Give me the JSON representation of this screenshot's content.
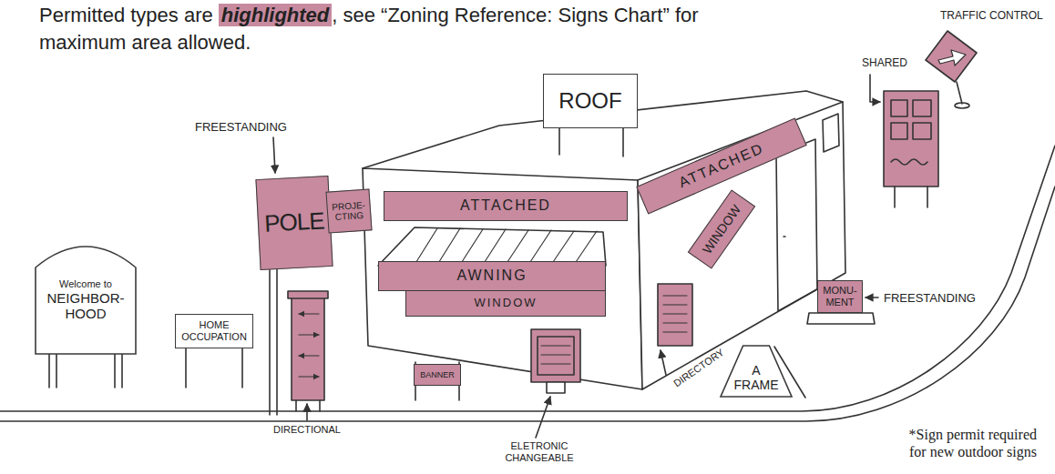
{
  "diagram": {
    "nodes": [
      {
        "text": [
          "ROOF"
        ]
      },
      {
        "text": [
          "POLE"
        ]
      },
      {
        "text": [
          "PROJE- CTING"
        ]
      },
      {
        "text": [
          "ATTACHED"
        ]
      },
      {
        "text": [
          "ATTACHED"
        ]
      },
      {
        "text": [
          "WINDOW"
        ]
      },
      {
        "text": [
          "AWNING"
        ]
      },
      {
        "text": [
          "WINDOW"
        ]
      },
      {
        "text": [
          "MONU- MENT"
        ]
      },
      {
        "text": [
          "Welcome to",
          "NEIGHBOR- HOOD"
        ]
      },
      {
        "text": [
          "HOME OCCUPATION"
        ]
      },
      {
        "text": [
          "BANNER"
        ]
      },
      {
        "text": [
          "A FRAME"
        ]
      }
    ],
    "labels": [
      "Permitted types are",
      "highlighted",
      ", see “Zoning Reference: Signs Chart” for maximum area allowed.",
      "FREESTANDING",
      "SHARED",
      "TRAFFIC CONTROL",
      "FREESTANDING",
      "DIRECTIONAL",
      "ELETRONIC CHANGEABLE",
      "DIRECTORY",
      "*Sign permit required for new outdoor signs"
    ]
  }
}
